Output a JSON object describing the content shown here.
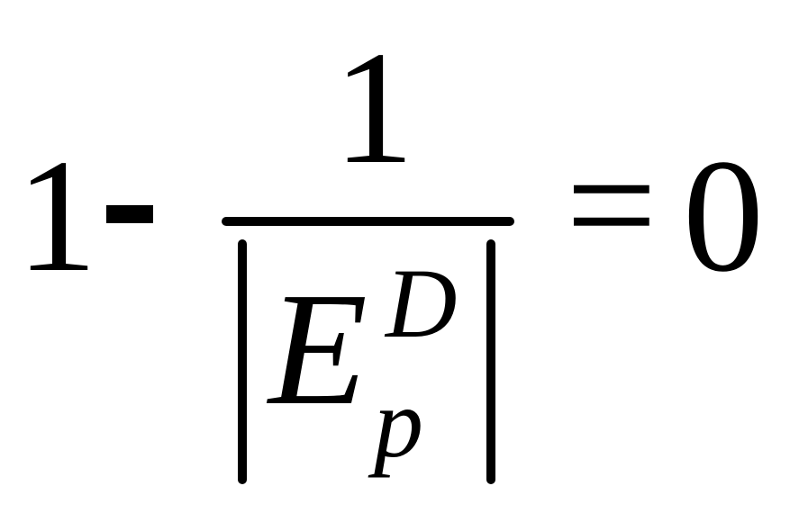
{
  "formula": {
    "lhs_one": "1",
    "minus": "-",
    "numerator": "1",
    "denominator": {
      "base": "E",
      "superscript": "D",
      "subscript": "p"
    },
    "equals": "=",
    "rhs": "0"
  }
}
